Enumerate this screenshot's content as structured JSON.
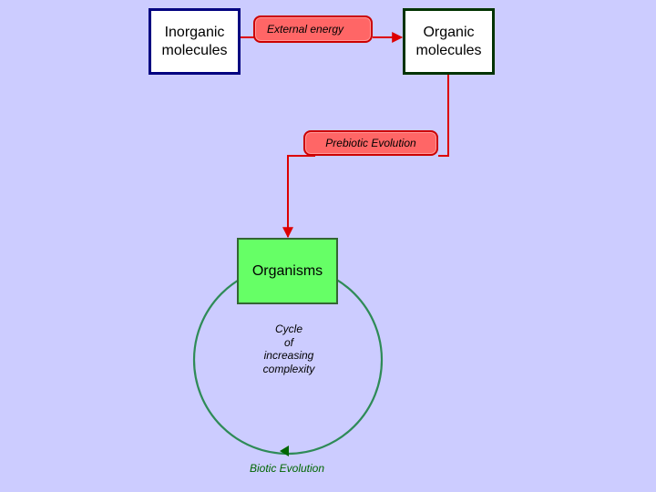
{
  "nodes": {
    "inorganic": "Inorganic molecules",
    "organic": "Organic molecules",
    "organisms": "Organisms"
  },
  "labels": {
    "external_energy": "External energy",
    "prebiotic_evolution": "Prebiotic Evolution",
    "biotic_evolution": "Biotic Evolution",
    "cycle": [
      "Cycle",
      "of",
      "increasing",
      "complexity"
    ]
  },
  "colors": {
    "background": "#ccccff",
    "arrow_red": "#dd0000",
    "cycle_green": "#2e8b57",
    "organisms_fill": "#66ff66",
    "pill_fill": "#ff6666"
  }
}
